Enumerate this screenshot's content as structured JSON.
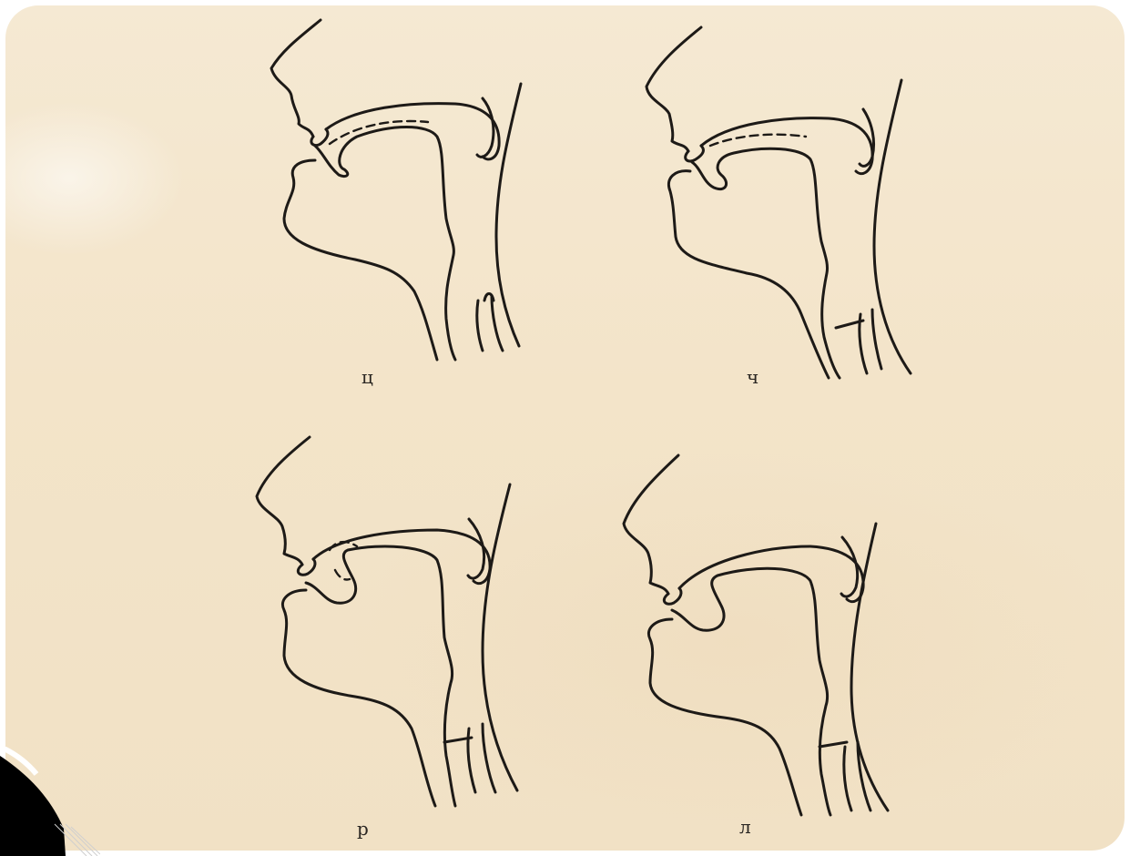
{
  "figures": [
    {
      "id": "ts",
      "caption": "ц"
    },
    {
      "id": "ch",
      "caption": "ч"
    },
    {
      "id": "r",
      "caption": "р"
    },
    {
      "id": "l",
      "caption": "л"
    }
  ],
  "colors": {
    "paper": "#f3e4c9",
    "ink": "#1d1a17",
    "frame": "#ffffff",
    "corner_dark": "#000000"
  }
}
